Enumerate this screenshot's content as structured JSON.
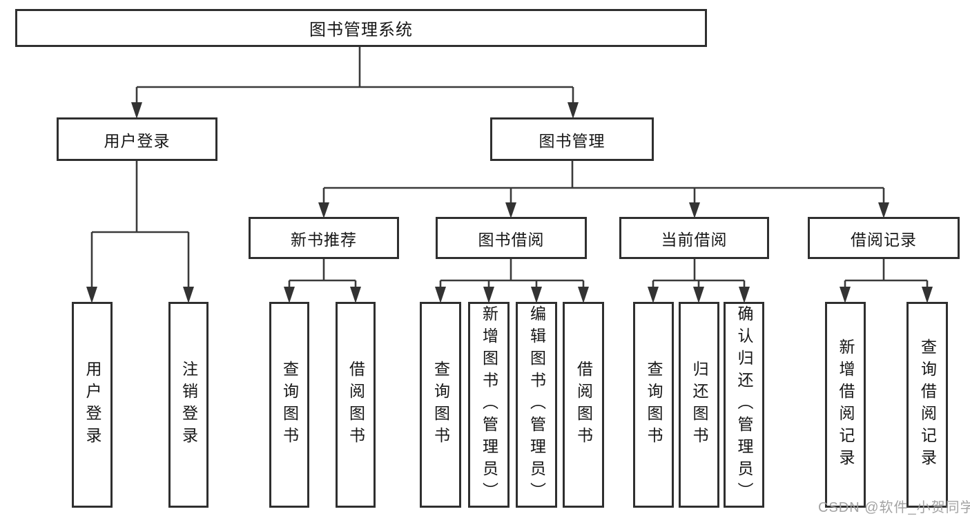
{
  "tree": {
    "root": {
      "label": "图书管理系统"
    },
    "branches": [
      {
        "label": "用户登录",
        "children": [
          {
            "label": "用户登录"
          },
          {
            "label": "注销登录"
          }
        ]
      },
      {
        "label": "图书管理",
        "children": [
          {
            "label": "新书推荐",
            "children": [
              {
                "label": "查询图书"
              },
              {
                "label": "借阅图书"
              }
            ]
          },
          {
            "label": "图书借阅",
            "children": [
              {
                "label": "查询图书"
              },
              {
                "label": "新增图书（管理员）"
              },
              {
                "label": "编辑图书（管理员）"
              },
              {
                "label": "借阅图书"
              }
            ]
          },
          {
            "label": "当前借阅",
            "children": [
              {
                "label": "查询图书"
              },
              {
                "label": "归还图书"
              },
              {
                "label": "确认归还（管理员）"
              }
            ]
          },
          {
            "label": "借阅记录",
            "children": [
              {
                "label": "新增借阅记录"
              },
              {
                "label": "查询借阅记录"
              }
            ]
          }
        ]
      }
    ]
  },
  "watermark": {
    "text": "CSDN @软件_小贺同学"
  },
  "colors": {
    "line": "#3a3a3a",
    "box_border": "#2f2f2f",
    "box_fill": "#ffffff",
    "text": "#161616",
    "watermark": "#9e9e9e",
    "background": "#ffffff"
  }
}
